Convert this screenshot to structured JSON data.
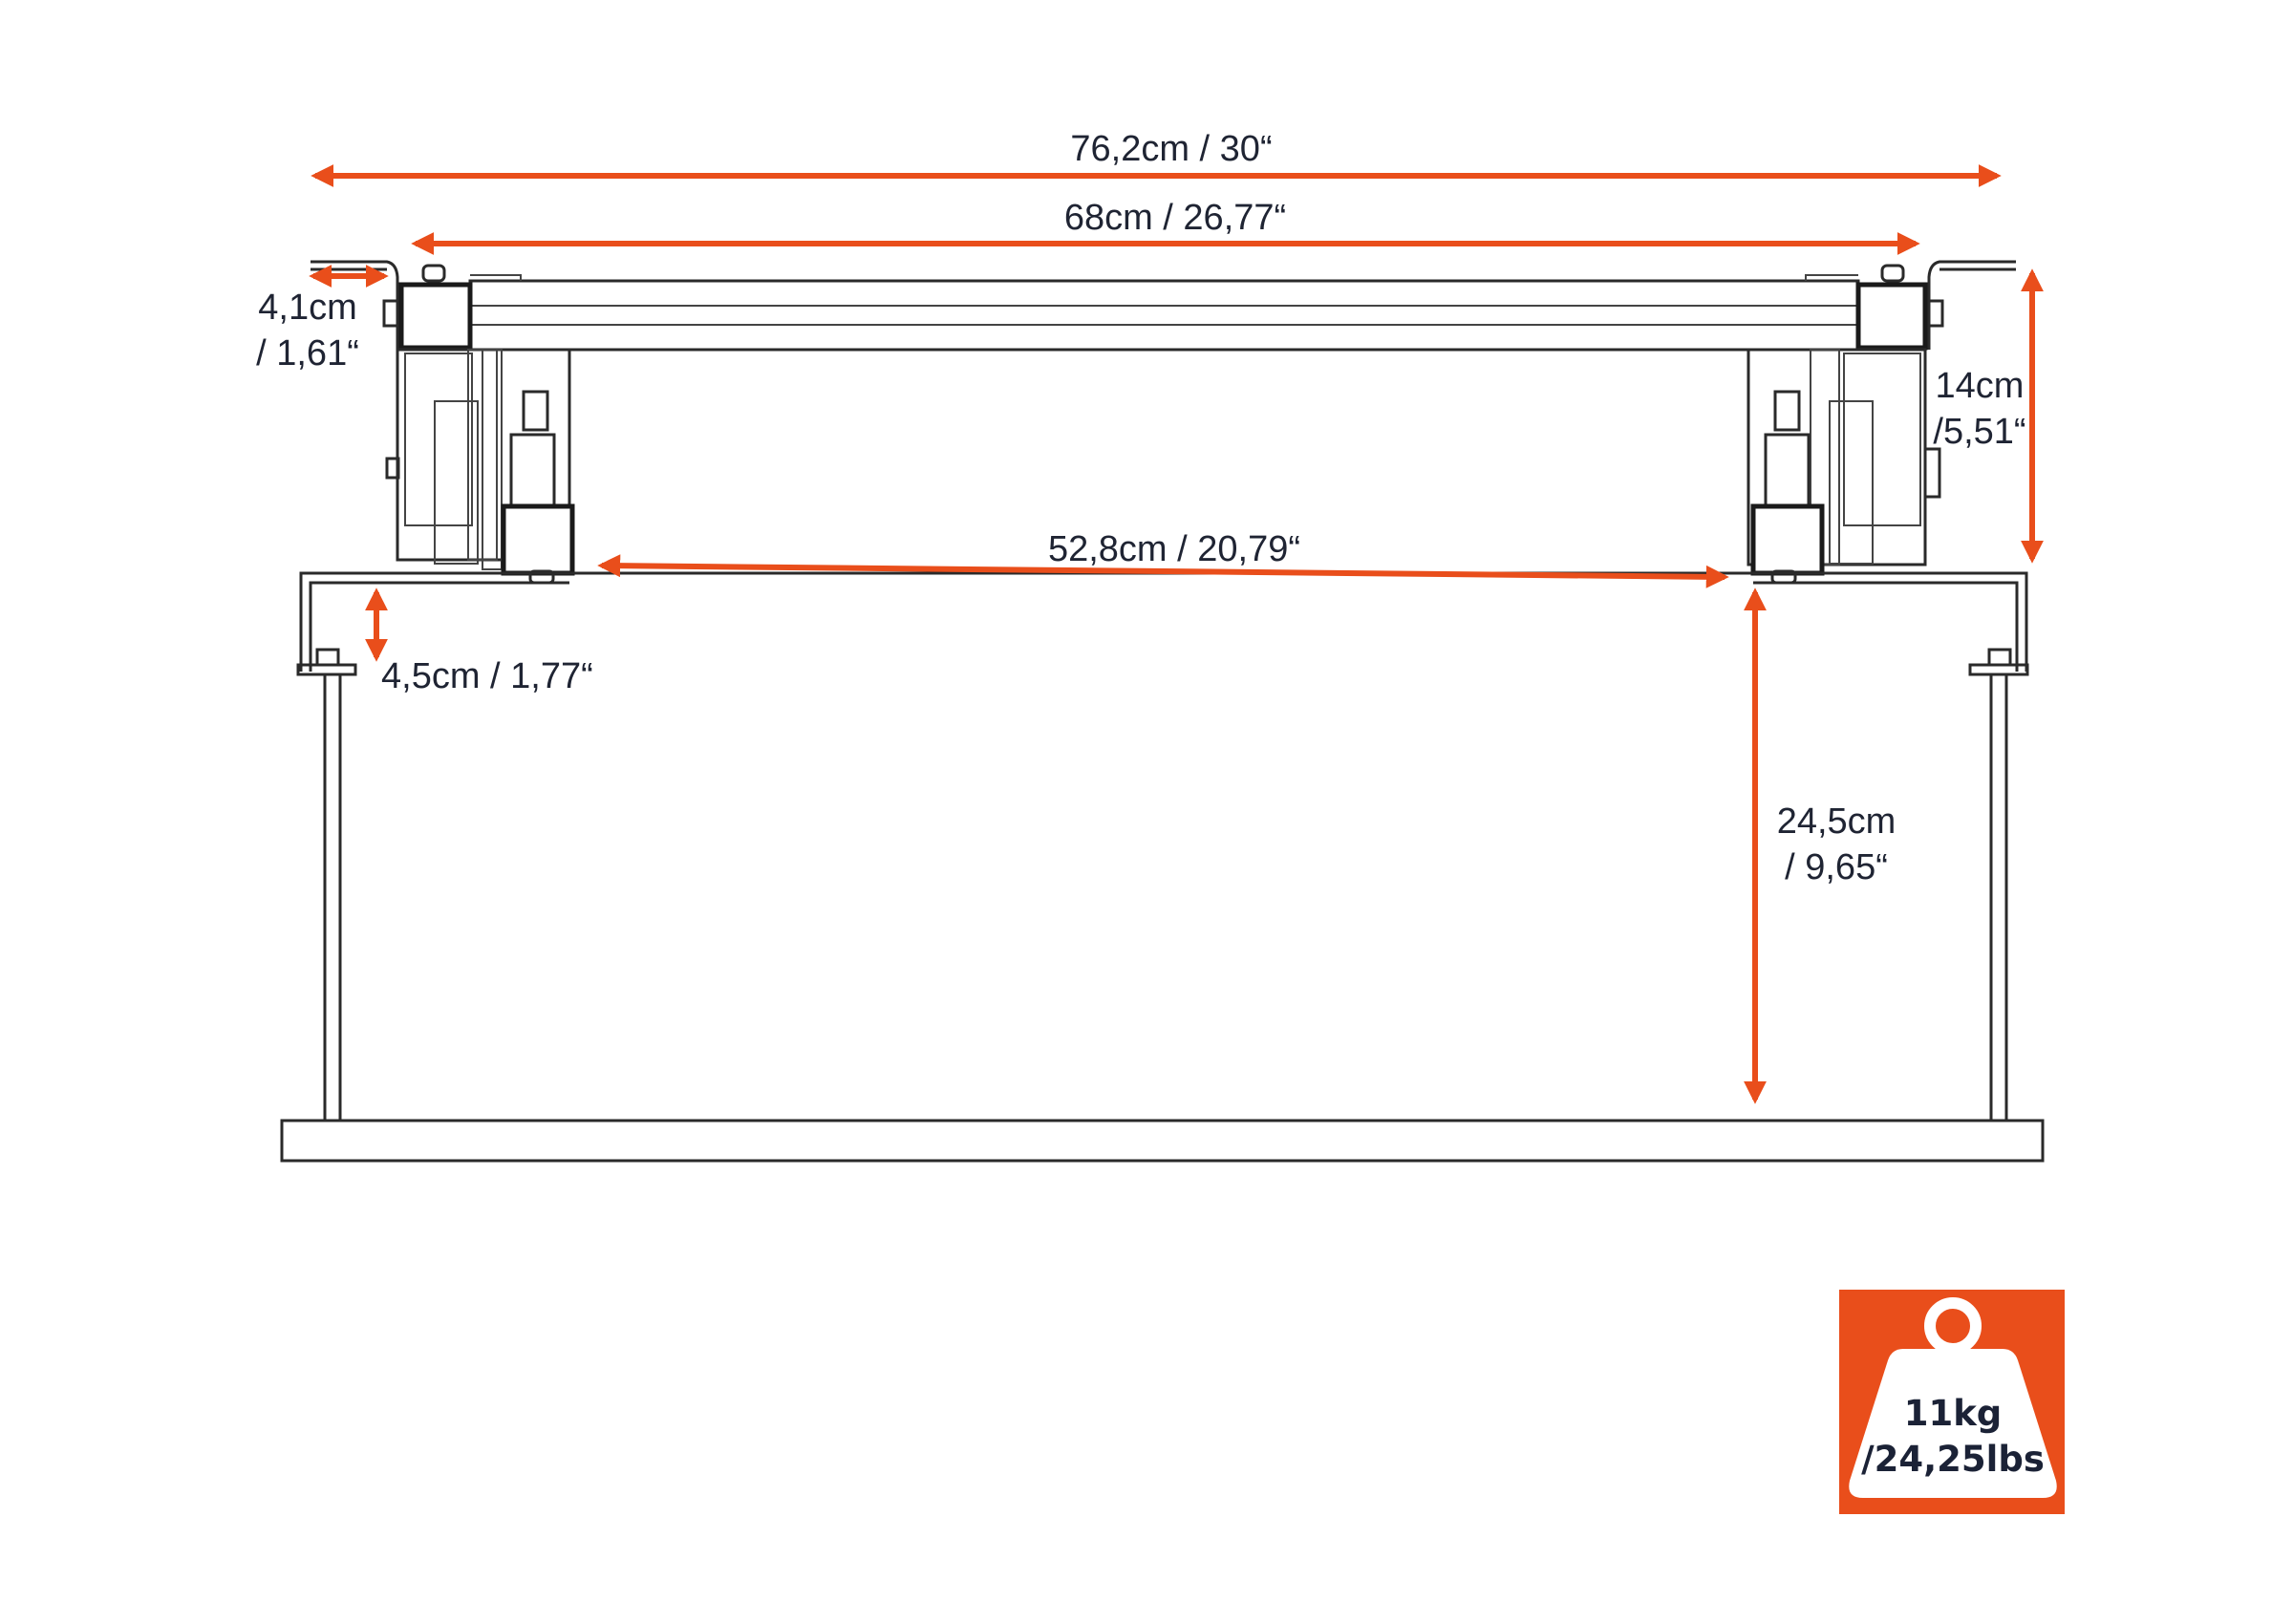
{
  "colors": {
    "accent": "#E94E1B",
    "text": "#1F2433",
    "line": "#2A2A2A"
  },
  "dimensions": {
    "overall_width": "76,2cm / 30“",
    "rail_width": "68cm / 26,77“",
    "bracket_width_line1": "4,1cm",
    "bracket_width_line2": "/ 1,61“",
    "height_line1": "14cm",
    "height_line2": "/5,51“",
    "inner_width": "52,8cm / 20,79“",
    "bracket_drop": "4,5cm / 1,77“",
    "travel_line1": "24,5cm",
    "travel_line2": "/ 9,65“"
  },
  "weight_badge": {
    "icon": "weight-icon",
    "line1": "11kg",
    "line2": "/24,25lbs"
  }
}
